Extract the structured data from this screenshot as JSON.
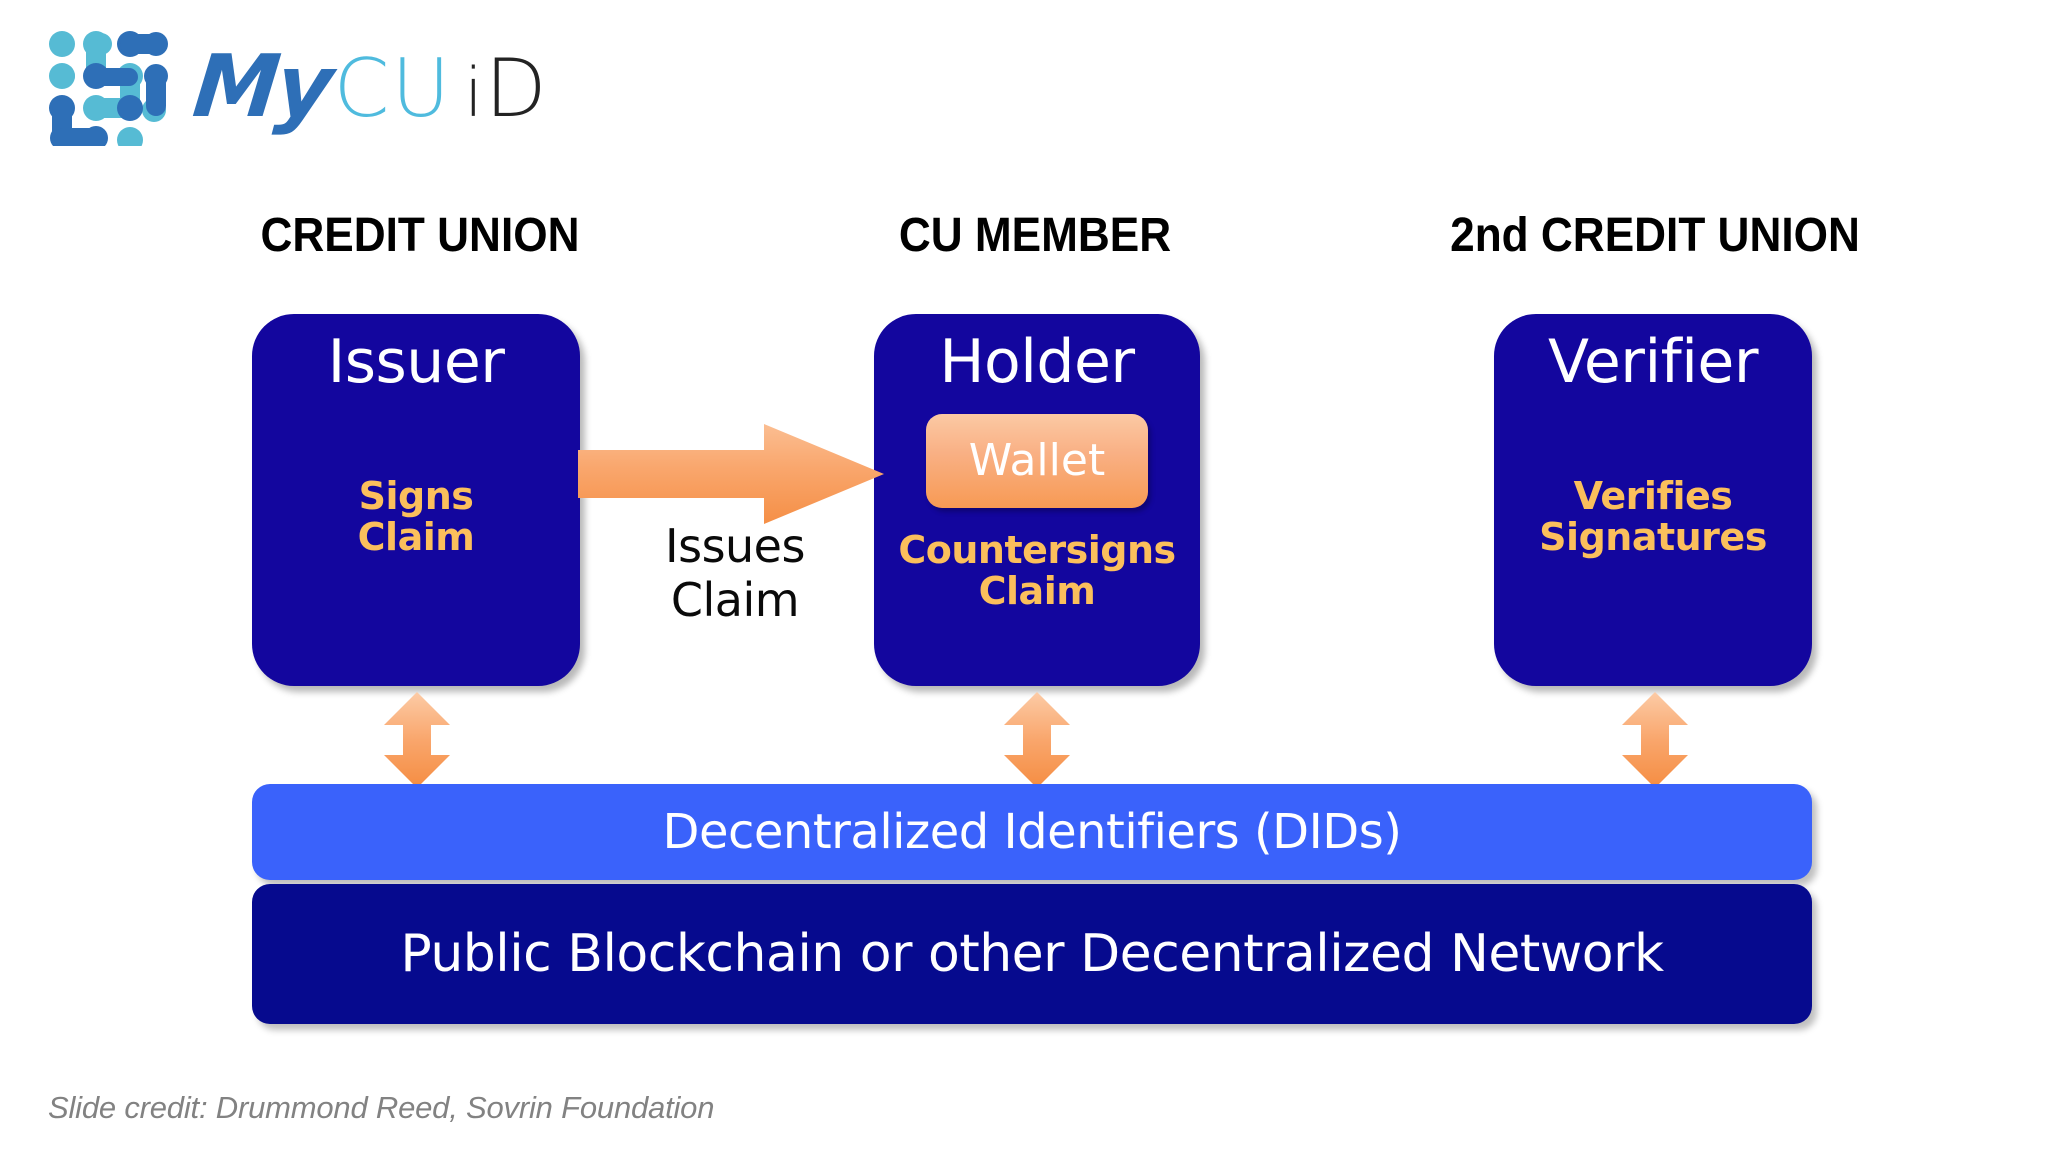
{
  "brand": {
    "logo_icon": "mycuid-dot-grid-logo",
    "wordmark_my": "My",
    "wordmark_cu": "CU",
    "wordmark_i": "i",
    "wordmark_d": "D",
    "color_light_blue": "#4FBBDE",
    "color_mid_blue": "#2E6FB7",
    "color_dark": "#232323"
  },
  "columns": [
    {
      "header": "CREDIT UNION"
    },
    {
      "header": "CU MEMBER"
    },
    {
      "header": "2nd CREDIT UNION"
    }
  ],
  "roles": [
    {
      "title": "Issuer",
      "action": "Signs\nClaim",
      "has_wallet": false,
      "box_color": "#13069E",
      "action_color": "#FBBF5C"
    },
    {
      "title": "Holder",
      "action": "Countersigns\nClaim",
      "has_wallet": true,
      "wallet_label": "Wallet",
      "box_color": "#13069E",
      "action_color": "#FBBF5C",
      "wallet_color": "#F79A54"
    },
    {
      "title": "Verifier",
      "action": "Verifies\nSignatures",
      "has_wallet": false,
      "box_color": "#13069E",
      "action_color": "#FBBF5C"
    }
  ],
  "flow": {
    "issue_arrow_icon": "right-arrow-icon",
    "issue_label": "Issues\nClaim",
    "arrow_color": "#F9A66C",
    "vertical_arrow_icon": "up-down-arrow-icon",
    "vertical_arrow_count": 3
  },
  "layers": [
    {
      "label": "Decentralized Identifiers (DIDs)",
      "color": "#3A62FB"
    },
    {
      "label": "Public Blockchain or other Decentralized Network",
      "color": "#060A8E"
    }
  ],
  "footer": {
    "credit": "Slide credit: Drummond Reed, Sovrin Foundation",
    "color": "#828282"
  }
}
